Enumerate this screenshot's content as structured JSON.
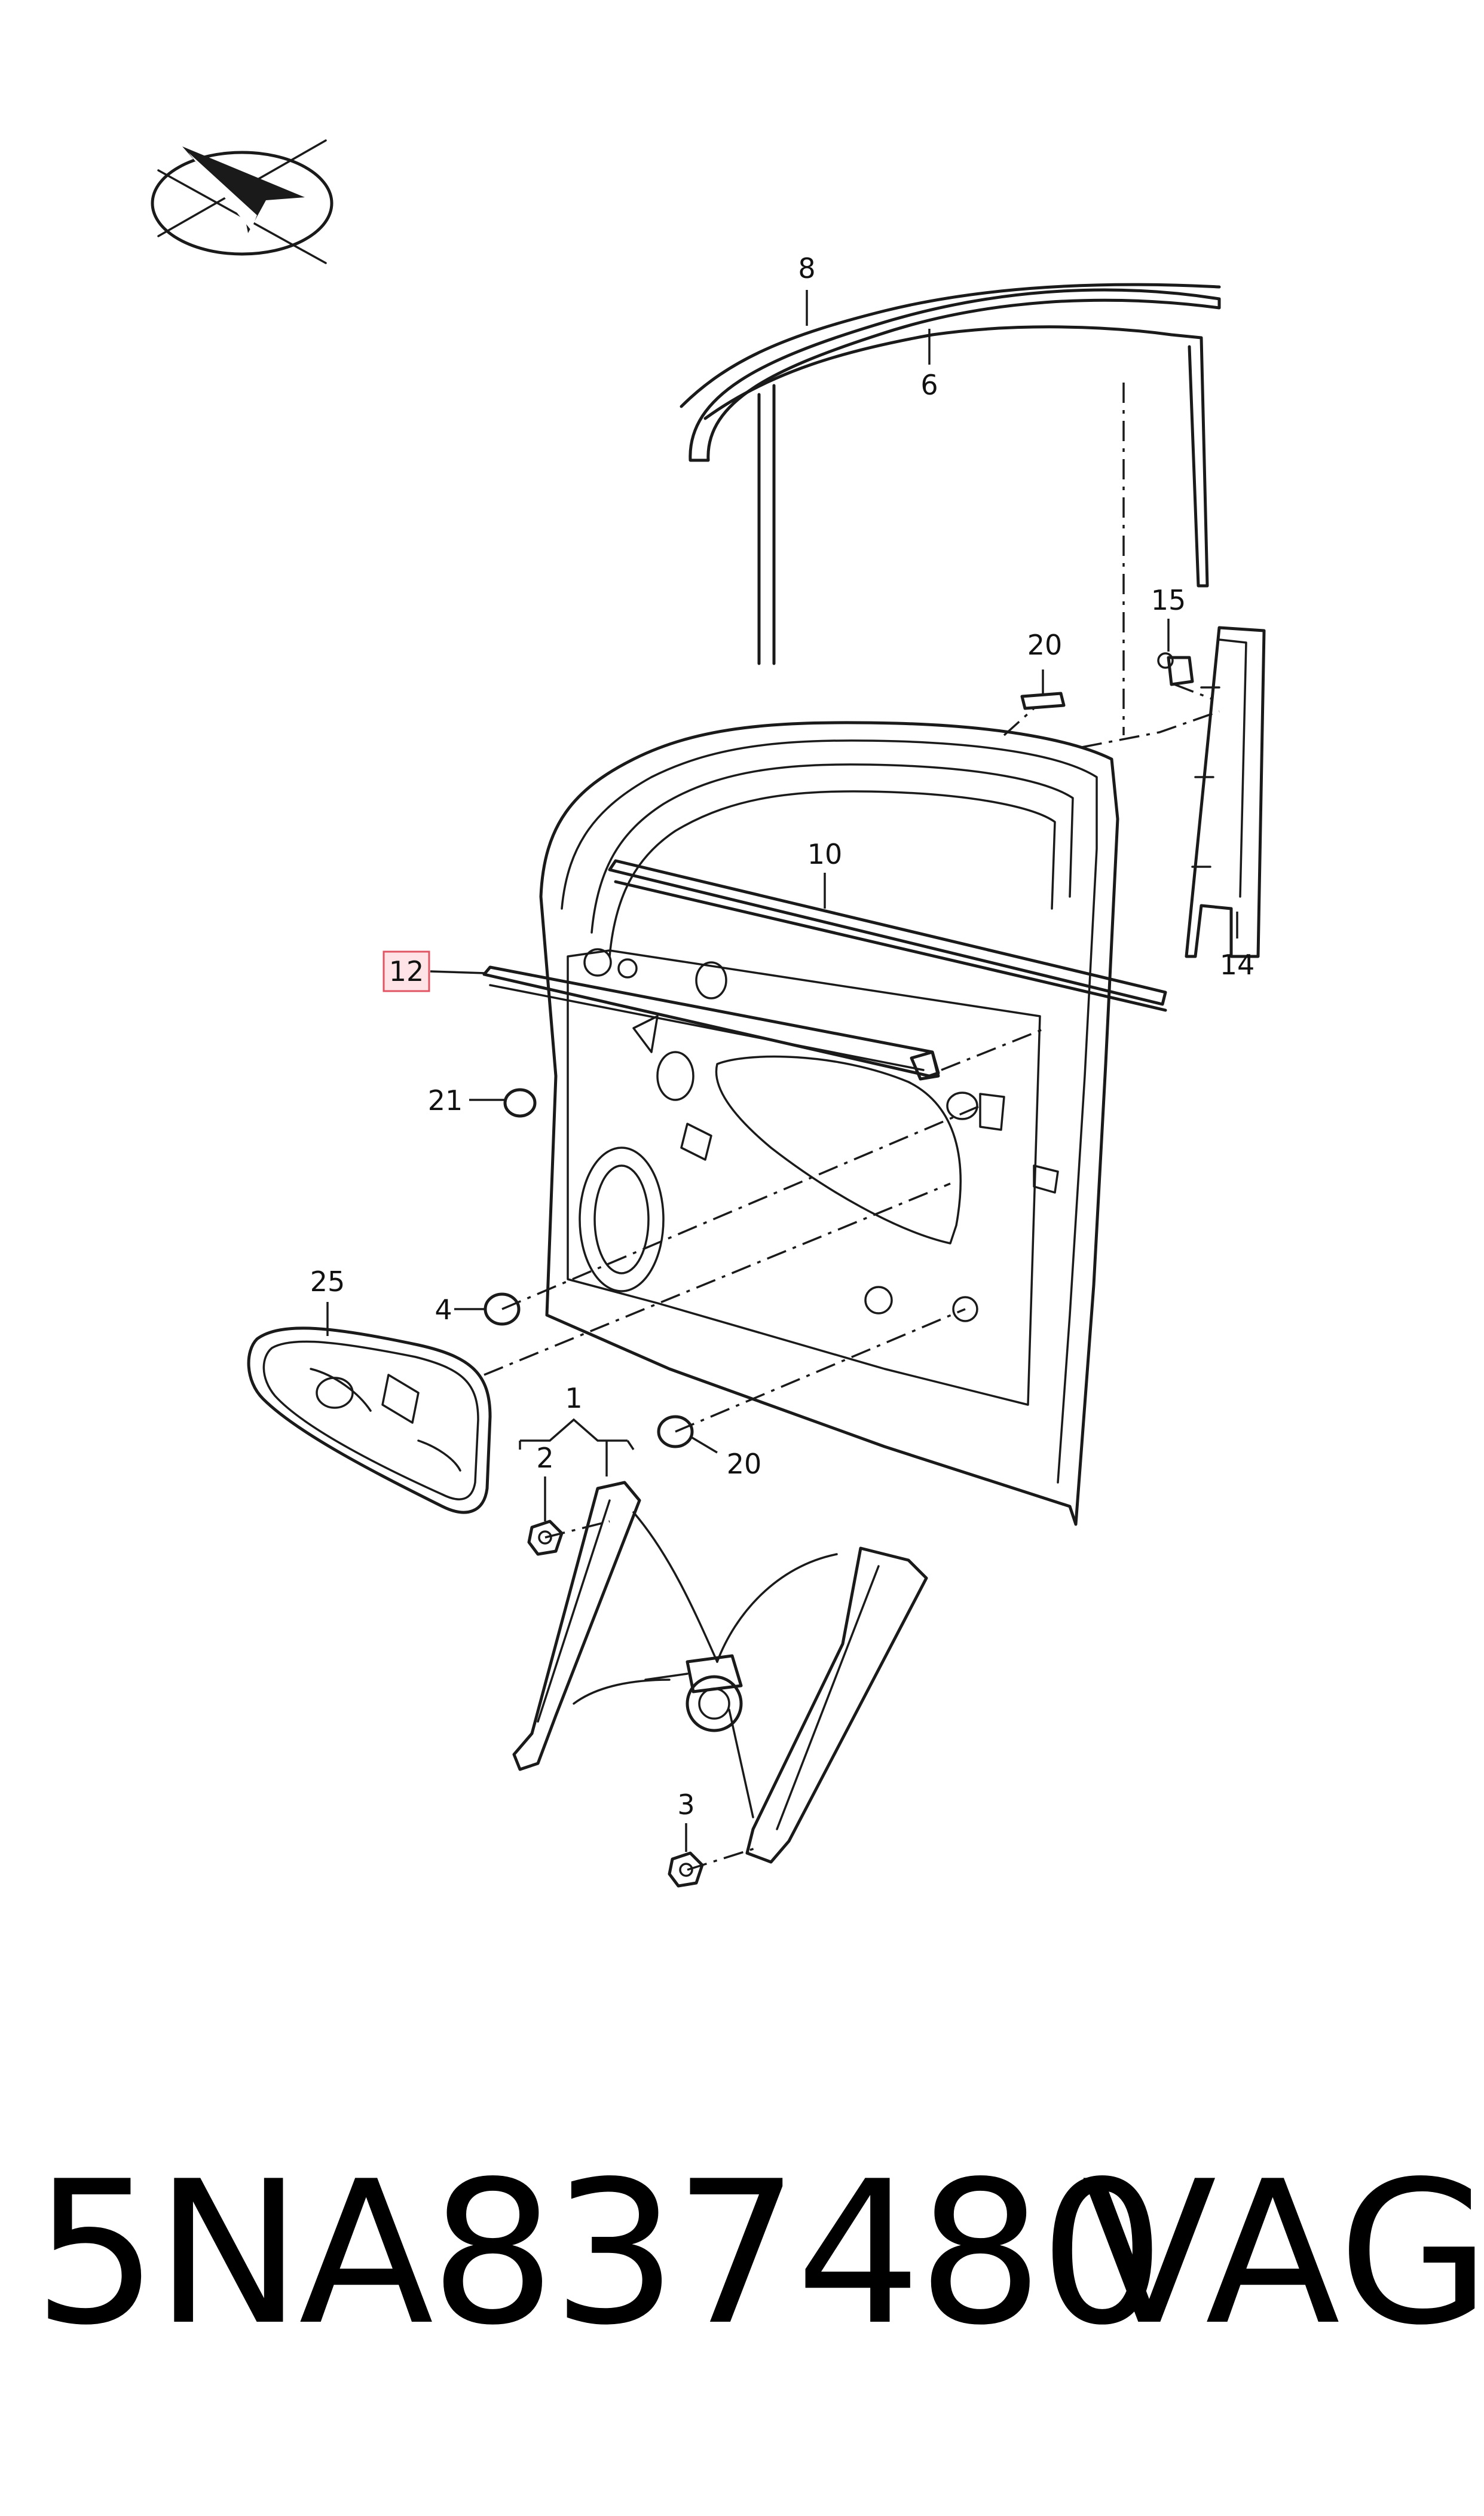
{
  "callouts": {
    "c1": "1",
    "c2": "2",
    "c3": "3",
    "c4": "4",
    "c6": "6",
    "c8": "8",
    "c10": "10",
    "c12": "12",
    "c14": "14",
    "c15": "15",
    "c20a": "20",
    "c20b": "20",
    "c21": "21",
    "c25": "25"
  },
  "highlighted_callout": "12",
  "icons": {
    "logo": "direction-arrow-logo-icon"
  },
  "colors": {
    "highlight_fill": "#ffe3e6",
    "highlight_stroke": "#e05563",
    "line": "#1a1a1a"
  },
  "footer": {
    "part_number": "5NA837480",
    "brand": "VAG"
  }
}
